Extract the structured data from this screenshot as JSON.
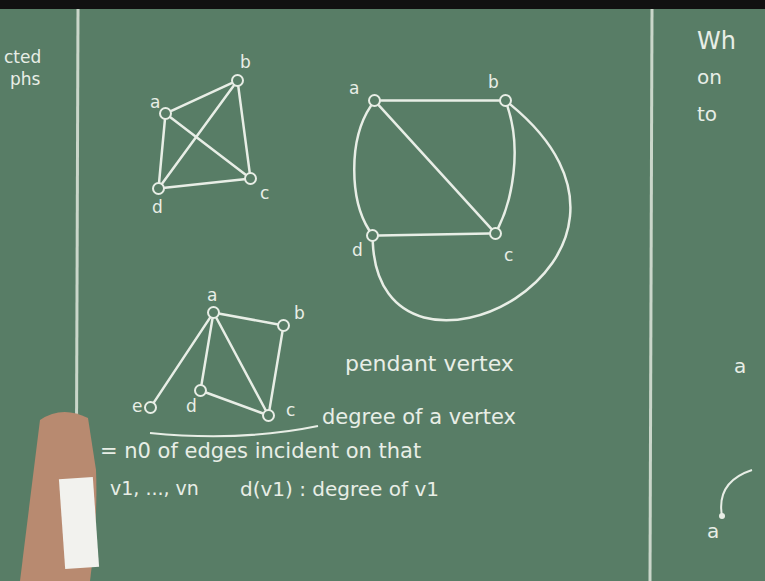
{
  "diagram": {
    "nodes": [
      {
        "text": [
          "a"
        ]
      },
      {
        "text": [
          "b"
        ]
      },
      {
        "text": [
          "c"
        ]
      },
      {
        "text": [
          "d"
        ]
      },
      {
        "text": [
          "a"
        ]
      },
      {
        "text": [
          "b"
        ]
      },
      {
        "text": [
          "c"
        ]
      },
      {
        "text": [
          "d"
        ]
      },
      {
        "text": [
          "a"
        ]
      },
      {
        "text": [
          "b"
        ]
      },
      {
        "text": [
          "c"
        ]
      },
      {
        "text": [
          "d"
        ]
      },
      {
        "text": [
          "e"
        ]
      }
    ],
    "edges": [
      {
        "from": 0,
        "to": 1,
        "arrow": "none"
      },
      {
        "from": 1,
        "to": 2,
        "arrow": "none"
      },
      {
        "from": 2,
        "to": 3,
        "arrow": "none"
      },
      {
        "from": 3,
        "to": 0,
        "arrow": "none"
      },
      {
        "from": 0,
        "to": 2,
        "arrow": "none"
      },
      {
        "from": 1,
        "to": 3,
        "arrow": "none"
      },
      {
        "from": 4,
        "to": 5,
        "arrow": "none"
      },
      {
        "from": 4,
        "to": 6,
        "arrow": "none"
      },
      {
        "from": 5,
        "to": 6,
        "arrow": "none"
      },
      {
        "from": 7,
        "to": 6,
        "arrow": "none"
      },
      {
        "from": 4,
        "to": 7,
        "arrow": "none"
      },
      {
        "from": 7,
        "to": 5,
        "arrow": "none"
      },
      {
        "from": 8,
        "to": 9,
        "arrow": "none"
      },
      {
        "from": 9,
        "to": 10,
        "arrow": "none"
      },
      {
        "from": 8,
        "to": 10,
        "arrow": "none"
      },
      {
        "from": 8,
        "to": 11,
        "arrow": "none"
      },
      {
        "from": 11,
        "to": 10,
        "arrow": "none"
      },
      {
        "from": 8,
        "to": 12,
        "arrow": "none"
      }
    ],
    "labels": [
      "cted",
      "phs",
      "pendant vertex",
      "degree of a vertex",
      "= n0 of edges incident on that",
      "v1, ..., vn",
      "d(v1) : degree of v1",
      "Wh",
      "on",
      "to",
      "a",
      "a"
    ]
  }
}
